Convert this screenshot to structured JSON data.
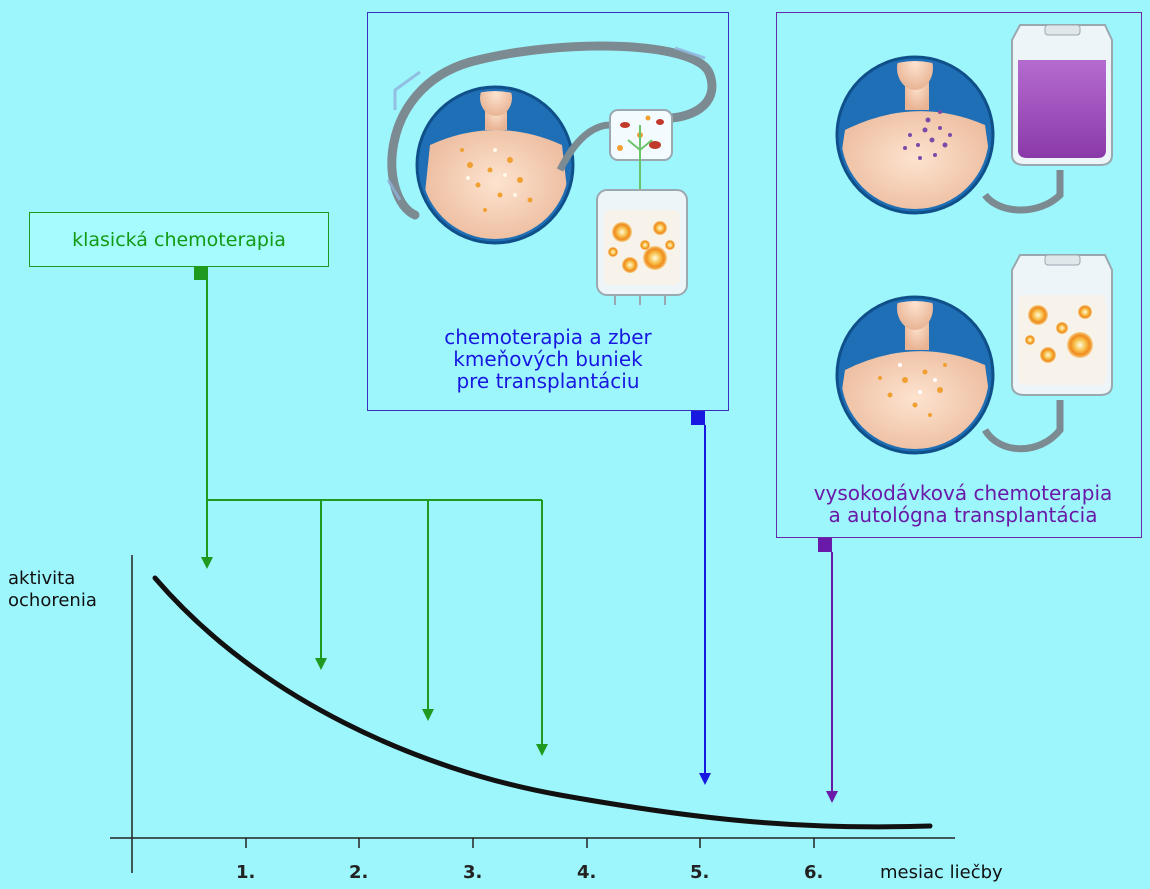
{
  "labels": {
    "classic_chemo": "klasická chemoterapia",
    "stem_cell_collection": [
      "chemoterapia a zber",
      "kmeňových buniek",
      "pre transplantáciu"
    ],
    "high_dose": [
      "vysokodávková chemoterapia",
      "a autológna transplantácia"
    ]
  },
  "axes": {
    "y_label": [
      "aktivita",
      "ochorenia"
    ],
    "x_label": "mesiac liečby",
    "ticks": [
      "1.",
      "2.",
      "3.",
      "4.",
      "5.",
      "6."
    ]
  },
  "colors": {
    "background": "#9ef6fd",
    "classic": "#1f9a1f",
    "collection": "#1818e0",
    "high_dose": "#6a1aa8",
    "curve": "#111111"
  },
  "icons": [
    "patient-torso-icon",
    "blood-bag-icon",
    "stem-cell-icon"
  ]
}
